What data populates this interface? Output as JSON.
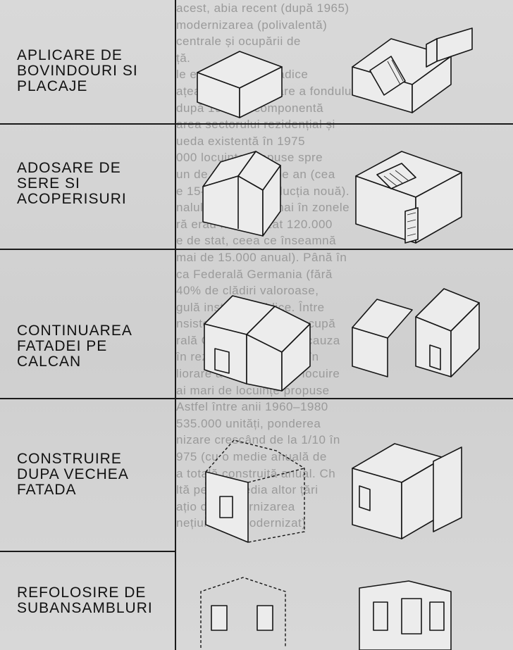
{
  "rows": [
    {
      "lines": [
        "APLICARE DE",
        "BOVINDOURI SI",
        "PLACAJE"
      ]
    },
    {
      "lines": [
        "ADOSARE DE",
        "SERE SI",
        "ACOPERISURI"
      ]
    },
    {
      "lines": [
        "CONTINUAREA",
        "FATADEI PE",
        "CALCAN"
      ]
    },
    {
      "lines": [
        "CONSTRUIRE",
        "DUPA VECHEA",
        "FATADA"
      ]
    },
    {
      "lines": [
        "REFOLOSIRE DE",
        "SUBANSAMBLURI"
      ]
    }
  ],
  "background_text": [
    "acest, abia recent (după 1965)",
    "modernizarea (polivalentă)",
    "centrale și ocupării de",
    "ță.",
    "le experiențe sporadice",
    "ațea de reactualizare a fondului",
    "după 1945, o componentă",
    "area sectorului rezidențial și",
    "ueda existentă în 1975",
    "000 locuințe propuse spre",
    "un de 10–15.000 pe an (cea",
    "e 15–18% din producția nouă).",
    "nalul 1970–75 numai în zonele",
    "ră erau modernizat 120.000",
    "e de stat, ceea ce înseamnă",
    "mai de 15.000 anual). Până în",
    "ca Federală Germania (fără",
    "40% de clădiri valoroase,",
    "gulă instituții publice. Între",
    "nsiste un loc aparte îl ocupă",
    "rală Germană care din cauza",
    "în rezidențiale a unului în",
    "liorare a condițiilor de locuire",
    "ai mari de locuințe propuse",
    "Astfel între anii 1960–1980",
    "535.000 unități, ponderea",
    "nizare crescând de la 1/10 în",
    "975 (cu o medie anuală de",
    "a totală construită anual. Ch",
    "ltă pentru media altor țări",
    "ațio că modernizarea",
    "nețiunii (nemodernizat)"
  ]
}
